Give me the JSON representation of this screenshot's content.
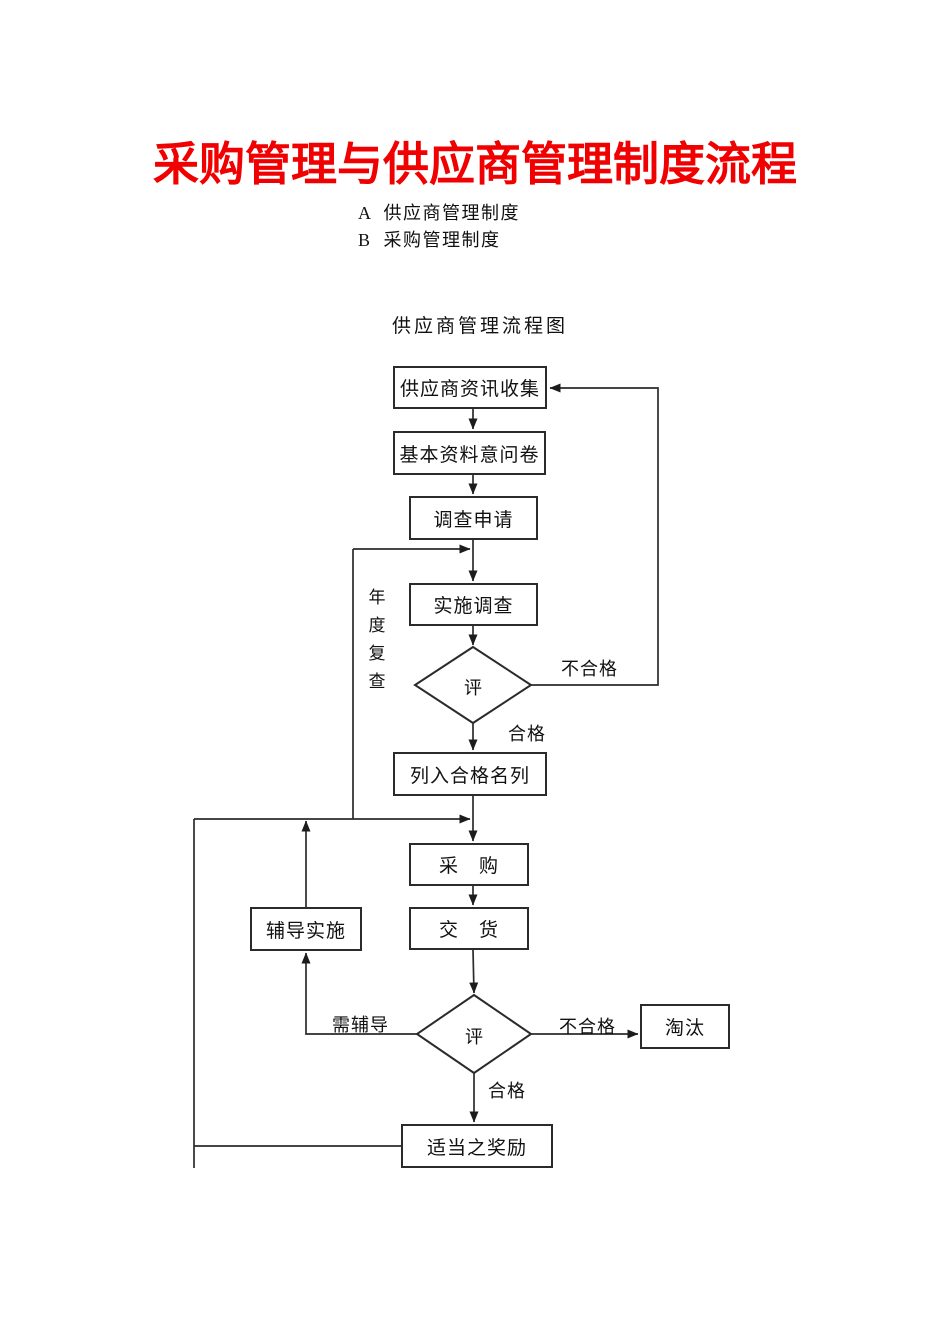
{
  "header": {
    "title": "采购管理与供应商管理制度流程",
    "title_color": "#f00000",
    "items": [
      "A  供应商管理制度",
      "B  采购管理制度"
    ]
  },
  "flowchart": {
    "title": "供应商管理流程图",
    "line_color": "#2b2b2b",
    "nodes": {
      "collect": {
        "label": "供应商资讯收集"
      },
      "questionnaire": {
        "label": "基本资料意问卷"
      },
      "survey_request": {
        "label": "调查申请"
      },
      "conduct_survey": {
        "label": "实施调查"
      },
      "evaluate1": {
        "label": "评"
      },
      "qualified_list": {
        "label": "列入合格名列"
      },
      "purchase": {
        "label": "采　购"
      },
      "delivery": {
        "label": "交　货"
      },
      "coaching": {
        "label": "辅导实施"
      },
      "evaluate2": {
        "label": "评"
      },
      "eliminate": {
        "label": "淘汰"
      },
      "reward": {
        "label": "适当之奖励"
      }
    },
    "edge_labels": {
      "unqualified_top": "不合格",
      "qualified_top": "合格",
      "annual_review": "年度复查",
      "needs_coaching": "需辅导",
      "unqualified_bottom": "不合格",
      "qualified_bottom": "合格"
    }
  }
}
